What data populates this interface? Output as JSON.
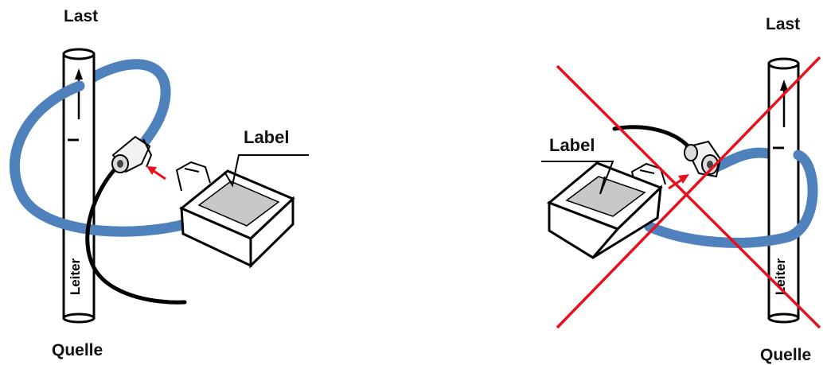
{
  "left": {
    "top_label": "Last",
    "bottom_label": "Quelle",
    "box_label": "Label",
    "conductor_text": "Leiter",
    "current_symbol": "I"
  },
  "right": {
    "top_label": "Last",
    "bottom_label": "Quelle",
    "box_label": "Label",
    "conductor_text": "Leiter",
    "current_symbol": "I",
    "crossed_out": true
  },
  "colors": {
    "rogowski_coil": "#4f81bd",
    "cross": "#e8101a",
    "direction_arrow": "#e8101a",
    "outline": "#000000"
  }
}
